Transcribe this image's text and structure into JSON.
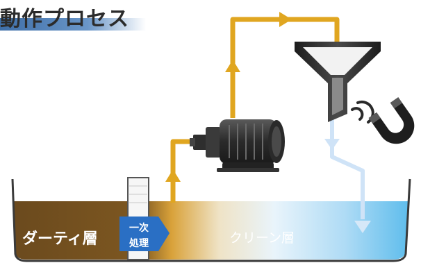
{
  "title": "動作プロセス",
  "layers": {
    "dirty_label": "ダーティ層",
    "clean_label": "クリーン層"
  },
  "primary_treatment": {
    "line1": "一次",
    "line2": "処理"
  },
  "components": [
    "pipe-flow-icon",
    "motor-pump-icon",
    "filter-funnel-icon",
    "magnet-icon"
  ],
  "colors": {
    "dirty_layer": "#6b4a1e",
    "clean_layer": "#6cc2ee",
    "pipe": "#e0a620",
    "return_flow": "#cfe3f7",
    "arrow_block": "#2a6fc4"
  }
}
